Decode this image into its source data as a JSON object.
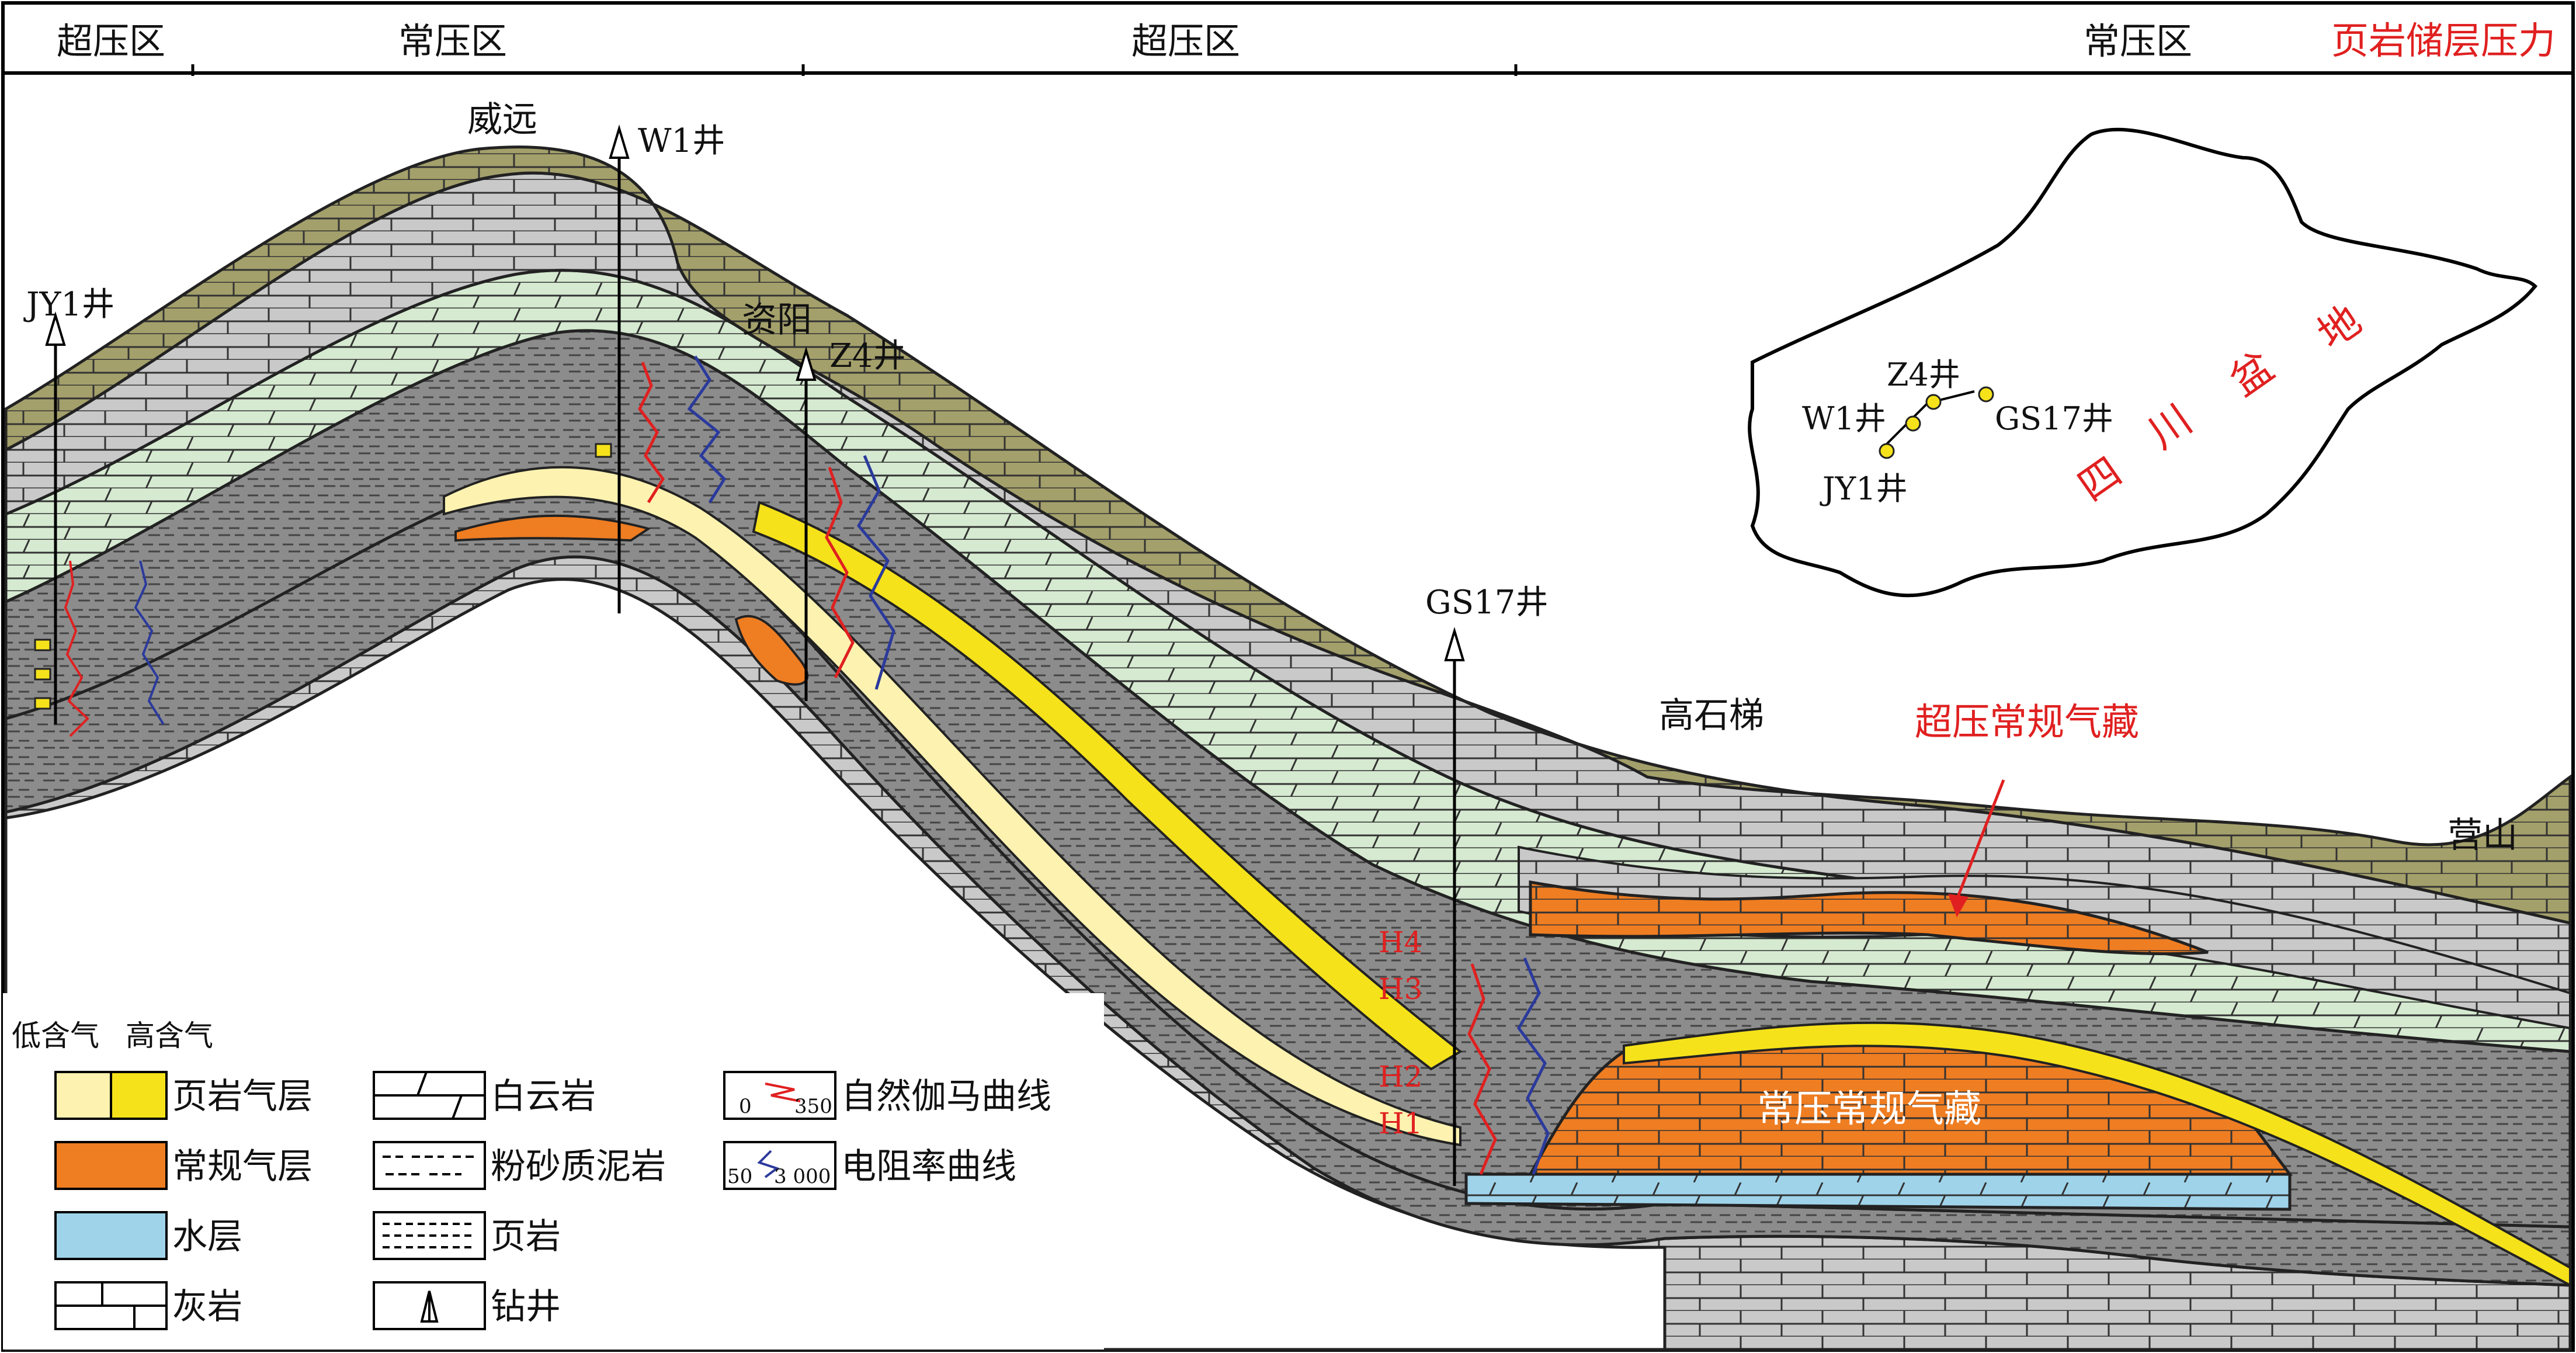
{
  "header": {
    "zones": [
      "超压区",
      "常压区",
      "超压区",
      "常压区"
    ],
    "title": "页岩储层压力"
  },
  "places": {
    "weiyuan": "威远",
    "ziyang": "资阳",
    "gaoshiti": "高石梯",
    "yingshan": "营山"
  },
  "wells": {
    "jy1": "JY1井",
    "w1": "W1井",
    "z4": "Z4井",
    "gs17": "GS17井"
  },
  "reservoirs": {
    "overpressure": "超压常规气藏",
    "normal": "常压常规气藏"
  },
  "layers": [
    "H4",
    "H3",
    "H2",
    "H1"
  ],
  "inset": {
    "basin_chars": [
      "四",
      "川",
      "盆",
      "地"
    ],
    "wells": [
      "Z4井",
      "W1井",
      "GS17井",
      "JY1井"
    ]
  },
  "legend": {
    "gas_levels": [
      "低含气",
      "高含气"
    ],
    "items": [
      "页岩气层",
      "常规气层",
      "水层",
      "灰岩",
      "白云岩",
      "粉砂质泥岩",
      "页岩",
      "钻井",
      "自然伽马曲线",
      "电阻率曲线"
    ],
    "gamma_scale": [
      "0",
      "350"
    ],
    "resistivity_scale": [
      "50",
      "3 000"
    ]
  },
  "colors": {
    "topsoil": "#a4a06b",
    "limestone": "#c9c9c9",
    "dark": "#8c8c8c",
    "green": "#d5ead0",
    "shale_low": "#fdf2b0",
    "shale_high": "#f5e21a",
    "conventional_gas": "#ef7d22",
    "water": "#9fd3ea",
    "red": "#e02020",
    "blue": "#2b3a9c"
  }
}
